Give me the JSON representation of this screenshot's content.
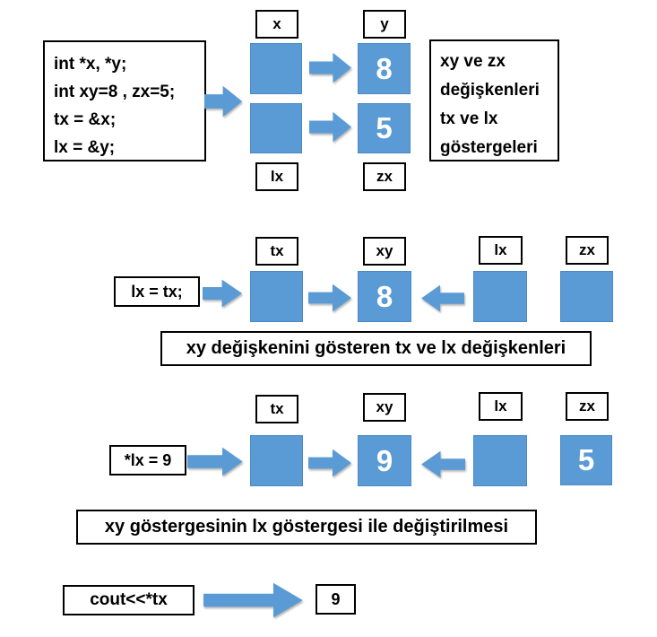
{
  "colors": {
    "accent_blue": "#5B9BD5",
    "cell_border_blue": "#4A89C6",
    "outline_black": "#000000",
    "cell_text_white": "#FFFFFF"
  },
  "section1": {
    "code_lines": [
      "int *x, *y;",
      "int xy=8 , zx=5;",
      "tx = &x;",
      "lx = &y;"
    ],
    "labels": {
      "x": "x",
      "y": "y",
      "lx": "lx",
      "zx": "zx"
    },
    "cells": {
      "x": "",
      "y": "8",
      "lx": "",
      "zx": "5"
    },
    "desc_lines": [
      "xy ve zx",
      "değişkenleri",
      "tx ve lx",
      "göstergeleri"
    ]
  },
  "section2": {
    "statement": "lx = tx;",
    "labels": [
      "tx",
      "xy",
      "lx",
      "zx"
    ],
    "cells": [
      "",
      "8",
      "",
      ""
    ],
    "caption": "xy değişkenini gösteren tx ve lx değişkenleri"
  },
  "section3": {
    "statement": "*lx = 9",
    "labels": [
      "tx",
      "xy",
      "lx",
      "zx"
    ],
    "cells": [
      "",
      "9",
      "",
      "5"
    ],
    "caption": "xy göstergesinin lx göstergesi ile değiştirilmesi"
  },
  "section4": {
    "statement": "cout<<*tx",
    "result": "9"
  }
}
